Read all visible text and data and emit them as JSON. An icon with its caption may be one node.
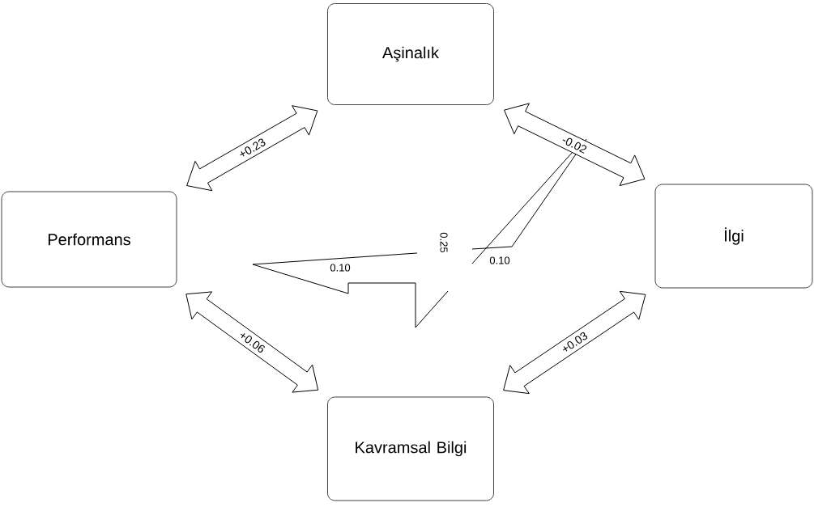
{
  "diagram": {
    "nodes": [
      {
        "text": [
          "Aşinalık"
        ]
      },
      {
        "text": [
          "Performans"
        ]
      },
      {
        "text": [
          "İlgi"
        ]
      },
      {
        "text": [
          "Kavramsal Bilgi"
        ]
      }
    ],
    "edges": [
      {
        "from": 1,
        "to": 0,
        "arrow": "both",
        "label": "+0.23"
      },
      {
        "from": 0,
        "to": 2,
        "arrow": "both",
        "label": "-0.02"
      },
      {
        "from": 1,
        "to": 3,
        "arrow": "both",
        "label": "+0.06"
      },
      {
        "from": 3,
        "to": 2,
        "arrow": "both",
        "label": "+0.03"
      }
    ],
    "labels": [
      "0.10",
      "0.25",
      "0.10"
    ]
  }
}
